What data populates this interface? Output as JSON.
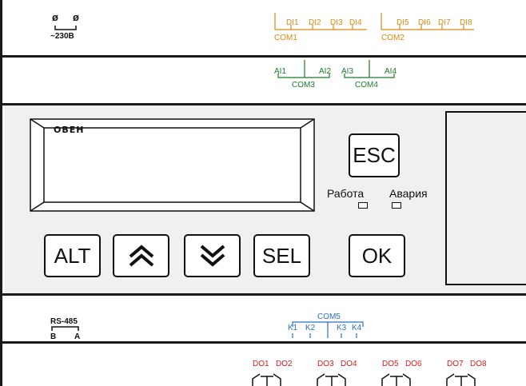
{
  "power": {
    "symbol_left": "ø",
    "symbol_right": "ø",
    "label": "~230В"
  },
  "digital_inputs": {
    "group1": [
      "DI1",
      "DI2",
      "DI3",
      "DI4"
    ],
    "group1_common": "COM1",
    "group2": [
      "DI5",
      "DI6",
      "DI7",
      "DI8"
    ],
    "group2_common": "COM2"
  },
  "analog_inputs": {
    "group1": [
      "AI1",
      "AI2"
    ],
    "group1_common": "COM3",
    "group2": [
      "AI3",
      "AI4"
    ],
    "group2_common": "COM4"
  },
  "front_panel": {
    "brand": "ОВЕН",
    "buttons": {
      "esc": "ESC",
      "alt": "ALT",
      "sel": "SEL",
      "ok": "OK"
    },
    "indicators": {
      "work": "Работа",
      "alarm": "Авария"
    }
  },
  "interface": {
    "rs485": "RS-485",
    "b": "B",
    "a": "A"
  },
  "keys": {
    "common": "COM5",
    "left": [
      "K1",
      "K2"
    ],
    "right": [
      "K3",
      "K4"
    ]
  },
  "digital_outputs": {
    "pairs": [
      [
        "DO1",
        "DO2"
      ],
      [
        "DO3",
        "DO4"
      ],
      [
        "DO5",
        "DO6"
      ],
      [
        "DO7",
        "DO8"
      ]
    ]
  },
  "colors": {
    "digital_inputs": "#d98a12",
    "analog_inputs": "#1a7a2a",
    "keys": "#2a6ec4",
    "outputs": "#d81c1c"
  }
}
